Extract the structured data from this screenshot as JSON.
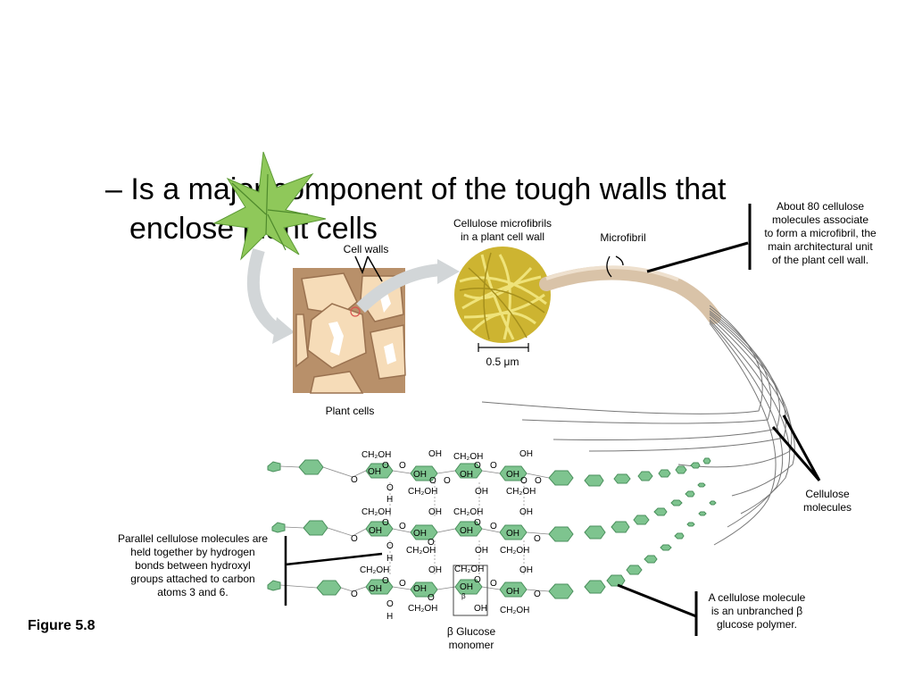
{
  "slide": {
    "bullet_line1": "– Is a major component of the tough walls that",
    "bullet_line2": "enclose plant cells",
    "figure_label": "Figure 5.8"
  },
  "labels": {
    "cell_walls": "Cell walls",
    "plant_cells": "Plant cells",
    "microfibrils_title_1": "Cellulose microfibrils",
    "microfibrils_title_2": "in a plant cell wall",
    "scale_bar": "0.5 μm",
    "microfibril": "Microfibril",
    "about80": [
      "About 80 cellulose",
      "molecules associate",
      "to form a microfibril, the",
      "main architectural unit",
      "of the plant cell wall."
    ],
    "cellulose_molecules": [
      "Cellulose",
      "molecules"
    ],
    "unbranched": [
      "A cellulose molecule",
      "is an unbranched β",
      "glucose polymer."
    ],
    "parallel": [
      "Parallel cellulose molecules are",
      "held together by hydrogen",
      "bonds between hydroxyl",
      "groups attached to carbon",
      "atoms 3 and 6."
    ],
    "glucose_monomer": [
      "β Glucose",
      "monomer"
    ]
  },
  "chem": {
    "ch2oh": "CH₂OH",
    "oh": "OH",
    "o": "O",
    "h": "H",
    "beta": "β"
  },
  "colors": {
    "leaf": "#8fc85a",
    "cell_wall": "#b8906a",
    "cell_interior": "#f6dcb8",
    "microfibril_circle": "#d8c43a",
    "fiber": "#d9c3a8",
    "hexagon": "#7ec48f",
    "hexagon_stroke": "#4a8f5c"
  }
}
